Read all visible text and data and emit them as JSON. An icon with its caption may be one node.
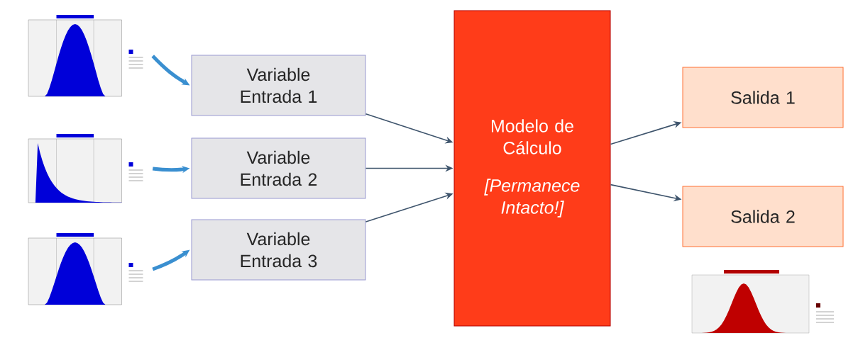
{
  "diagram": {
    "nodes": [
      {
        "text": [],
        "shape": "picture"
      },
      {
        "text": [],
        "shape": "picture"
      },
      {
        "text": [],
        "shape": "picture"
      },
      {
        "text": [
          "Variable Entrada 1"
        ]
      },
      {
        "text": [
          "Variable Entrada 2"
        ]
      },
      {
        "text": [
          "Variable Entrada 3"
        ]
      },
      {
        "text": [
          "Modelo de Cálculo",
          "[Permanece Intacto!]"
        ]
      },
      {
        "text": [
          "Salida 1"
        ]
      },
      {
        "text": [
          "Salida 2"
        ]
      }
    ],
    "edges": [
      {
        "from": 0,
        "to": 3,
        "arrow": "to",
        "style": "thick",
        "color": "#3a8fd0"
      },
      {
        "from": 1,
        "to": 4,
        "arrow": "to",
        "style": "thick",
        "color": "#3a8fd0"
      },
      {
        "from": 2,
        "to": 5,
        "arrow": "to",
        "style": "thick",
        "color": "#3a8fd0"
      },
      {
        "from": 3,
        "to": 6,
        "arrow": "to"
      },
      {
        "from": 4,
        "to": 6,
        "arrow": "to"
      },
      {
        "from": 5,
        "to": 6,
        "arrow": "to"
      },
      {
        "from": 6,
        "to": 7,
        "arrow": "to"
      },
      {
        "from": 6,
        "to": 8,
        "arrow": "to"
      }
    ]
  }
}
